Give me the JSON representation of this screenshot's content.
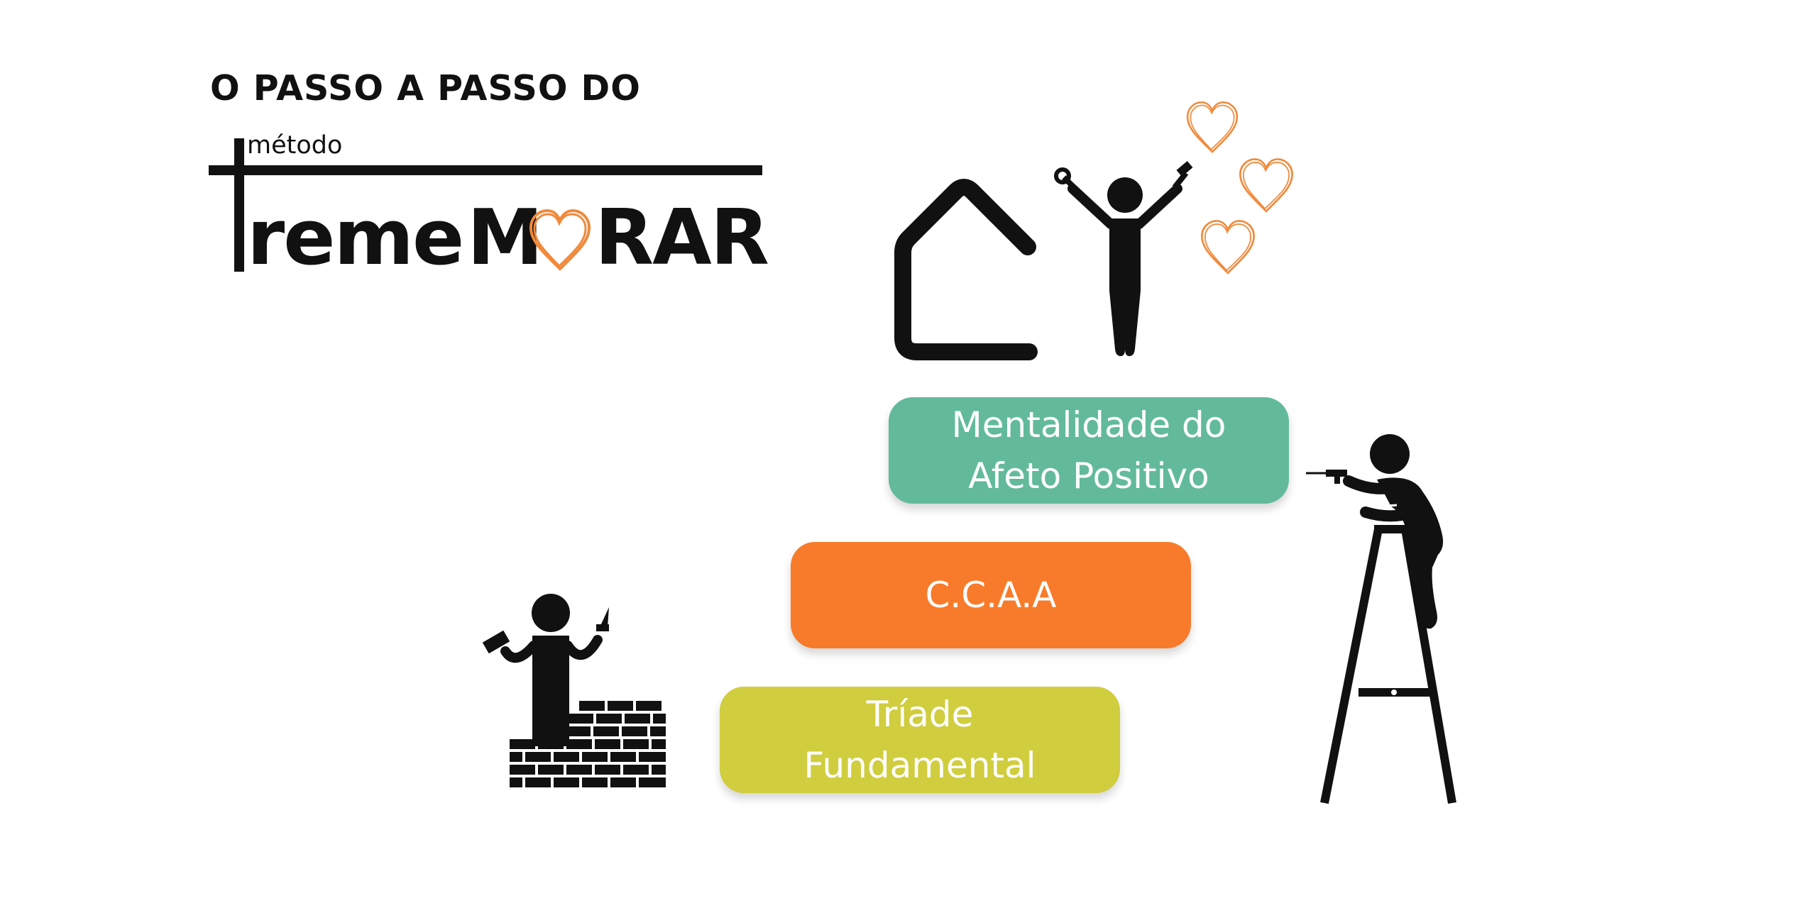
{
  "header": {
    "kicker": "O PASSO A PASSO DO",
    "logo_small": "método",
    "logo_word_left": "reme",
    "logo_m": "M",
    "logo_word_right": "RAR"
  },
  "steps": [
    {
      "id": "afeto",
      "lines": [
        "Mentalidade do",
        "Afeto Positivo"
      ],
      "color": "#62ba9b"
    },
    {
      "id": "ccaa",
      "lines": [
        "C.C.A.A"
      ],
      "color": "#f77b2a"
    },
    {
      "id": "triade",
      "lines": [
        "Tríade",
        "Fundamental"
      ],
      "color": "#d0cd3e"
    }
  ],
  "colors": {
    "ink": "#111111",
    "heart_outline": "#f08a3c"
  },
  "icons": [
    "house-icon",
    "happy-worker-icon",
    "heart-icon",
    "drill-worker-on-ladder-icon",
    "bricklayer-icon"
  ]
}
